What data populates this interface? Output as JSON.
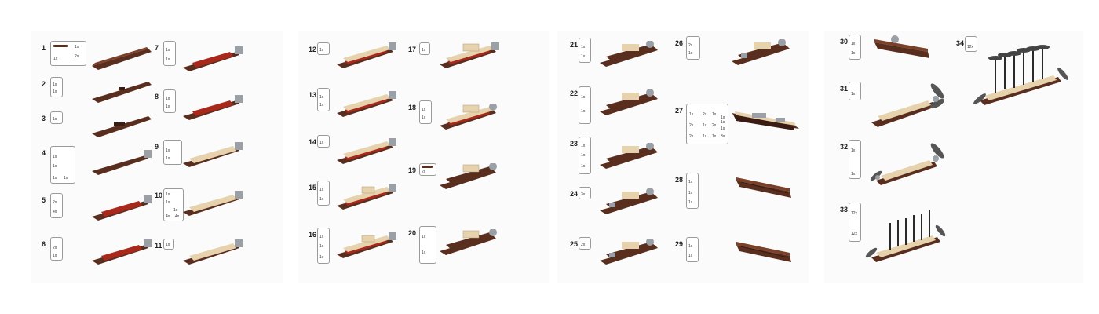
{
  "colors": {
    "hull": "#5a2e1e",
    "hull_dark": "#3b1c12",
    "red": "#a8281c",
    "tan": "#e6d2ac",
    "grey": "#9aa0a6",
    "mast": "#2a2a2a"
  },
  "panels": [
    {
      "steps": [
        {
          "number": "1",
          "box_h": 30,
          "parts": [
            "1x",
            "1x",
            "2x"
          ],
          "model": "hull-base"
        },
        {
          "number": "2",
          "box_h": 24,
          "parts": [
            "1x",
            "1x"
          ],
          "model": "hull-base"
        },
        {
          "number": "3",
          "box_h": 14,
          "parts": [
            "1x"
          ],
          "model": "hull-base"
        },
        {
          "number": "4",
          "box_h": 46,
          "parts": [
            "1x",
            "1x",
            "1x",
            "1x"
          ],
          "model": "hull-bow"
        },
        {
          "number": "5",
          "box_h": 30,
          "parts": [
            "2x",
            "4x"
          ],
          "model": "hull-red"
        },
        {
          "number": "6",
          "box_h": 28,
          "parts": [
            "2x",
            "1x"
          ],
          "model": "hull-red"
        },
        {
          "number": "7",
          "box_h": 30,
          "parts": [
            "1x",
            "1x"
          ],
          "model": "hull-red"
        },
        {
          "number": "8",
          "box_h": 28,
          "parts": [
            "1x",
            "1x"
          ],
          "model": "hull-red"
        },
        {
          "number": "9",
          "box_h": 30,
          "parts": [
            "1x",
            "1x"
          ],
          "model": "hull-tan"
        },
        {
          "number": "10",
          "box_h": 40,
          "parts": [
            "1x",
            "1x",
            "1x",
            "4x",
            "4x"
          ],
          "model": "hull-tan"
        },
        {
          "number": "11",
          "box_h": 12,
          "parts": [
            "1x"
          ],
          "model": "hull-tan"
        }
      ]
    },
    {
      "steps": [
        {
          "number": "12",
          "box_h": 14,
          "parts": [
            "1x"
          ],
          "model": "hull-tan"
        },
        {
          "number": "13",
          "box_h": 28,
          "parts": [
            "1x",
            "1x"
          ],
          "model": "hull-tan"
        },
        {
          "number": "14",
          "box_h": 14,
          "parts": [
            "1x"
          ],
          "model": "hull-tan"
        },
        {
          "number": "15",
          "box_h": 30,
          "parts": [
            "1x",
            "1x"
          ],
          "model": "hull-cabin"
        },
        {
          "number": "16",
          "box_h": 44,
          "parts": [
            "1x",
            "1x",
            "1x"
          ],
          "model": "hull-cabin"
        },
        {
          "number": "17",
          "box_h": 14,
          "parts": [
            "1x"
          ],
          "model": "hull-cabin"
        },
        {
          "number": "18",
          "box_h": 28,
          "parts": [
            "1x",
            "1x"
          ],
          "model": "hull-dome"
        },
        {
          "number": "19",
          "box_h": 14,
          "parts": [
            "2x"
          ],
          "model": "hull-dome-brown"
        },
        {
          "number": "20",
          "box_h": 46,
          "parts": [
            "1x",
            "1x"
          ],
          "model": "hull-dome-brown"
        }
      ]
    },
    {
      "steps": [
        {
          "number": "21",
          "box_h": 30,
          "parts": [
            "1x",
            "1x"
          ],
          "model": "hull-dome-brown"
        },
        {
          "number": "22",
          "box_h": 46,
          "parts": [
            "1x",
            "1x"
          ],
          "model": "hull-dome-brown"
        },
        {
          "number": "23",
          "box_h": 46,
          "parts": [
            "1x",
            "1x",
            "1x"
          ],
          "model": "hull-dome-brown"
        },
        {
          "number": "24",
          "box_h": 14,
          "parts": [
            "3x"
          ],
          "model": "hull-dome-brown"
        },
        {
          "number": "25",
          "box_h": 14,
          "parts": [
            "2x"
          ],
          "model": "hull-dome-brown"
        },
        {
          "number": "26",
          "box_h": 28,
          "parts": [
            "2x",
            "1x"
          ],
          "model": "hull-dome-brown"
        },
        {
          "number": "27",
          "box_h": 50,
          "parts": [
            "1x",
            "2x",
            "1x",
            "1x",
            "2x",
            "1x",
            "2x",
            "1x",
            "1x",
            "2x",
            "1x",
            "3x",
            "1x"
          ],
          "model": "deck-top"
        },
        {
          "number": "28",
          "box_h": 44,
          "parts": [
            "1x",
            "1x",
            "1x"
          ],
          "model": "hull-flip"
        },
        {
          "number": "29",
          "box_h": 30,
          "parts": [
            "1x",
            "1x"
          ],
          "model": "hull-flip"
        }
      ]
    },
    {
      "steps": [
        {
          "number": "30",
          "box_h": 30,
          "parts": [
            "1x",
            "1x"
          ],
          "model": "hull-flip"
        },
        {
          "number": "31",
          "box_h": 22,
          "parts": [
            "1x"
          ],
          "model": "prop-one"
        },
        {
          "number": "32",
          "box_h": 48,
          "parts": [
            "1x",
            "1x"
          ],
          "model": "prop-two"
        },
        {
          "number": "33",
          "box_h": 48,
          "parts": [
            "12x",
            "12x"
          ],
          "model": "masts"
        },
        {
          "number": "34",
          "box_h": 18,
          "parts": [
            "12x"
          ],
          "model": "masts-props"
        }
      ]
    }
  ]
}
